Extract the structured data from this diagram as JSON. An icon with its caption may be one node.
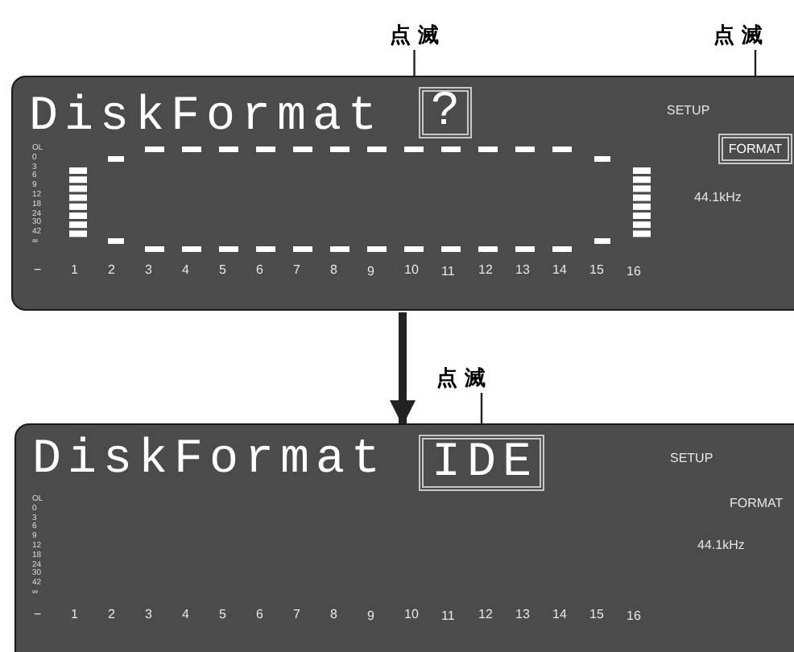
{
  "diagram": {
    "nodes": [
      {
        "text": [
          "DiskFormat"
        ]
      },
      {
        "text": [
          "?"
        ],
        "in": 0
      },
      {
        "text": [
          "FORMAT"
        ],
        "in": 0
      },
      {
        "text": [
          "点 滅"
        ]
      },
      {
        "text": [
          "点 滅"
        ]
      },
      {
        "text": [
          "DiskFormat"
        ]
      },
      {
        "text": [
          "IDE"
        ],
        "in": 5
      },
      {
        "text": [
          "点 滅"
        ]
      }
    ],
    "edges": [
      {
        "from": 3,
        "to": 1,
        "arrow": "none"
      },
      {
        "from": 4,
        "to": 2,
        "arrow": "none"
      },
      {
        "from": 0,
        "to": 5,
        "arrow": "to",
        "style": "thick"
      },
      {
        "from": 7,
        "to": 6,
        "arrow": "none"
      }
    ],
    "labels": [
      "SETUP",
      "44.1kHz",
      "OL",
      "0",
      "3",
      "6",
      "9",
      "12",
      "18",
      "24",
      "30",
      "42",
      "∞",
      "−",
      "1",
      "2",
      "3",
      "4",
      "5",
      "6",
      "7",
      "8",
      "9",
      "10",
      "11",
      "12",
      "13",
      "14",
      "15",
      "16",
      "SETUP",
      "FORMAT",
      "44.1kHz",
      "OL",
      "0",
      "3",
      "6",
      "9",
      "12",
      "18",
      "24",
      "30",
      "42",
      "∞",
      "−",
      "1",
      "2",
      "3",
      "4",
      "5",
      "6",
      "7",
      "8",
      "9",
      "10",
      "11",
      "12",
      "13",
      "14",
      "15",
      "16"
    ]
  }
}
